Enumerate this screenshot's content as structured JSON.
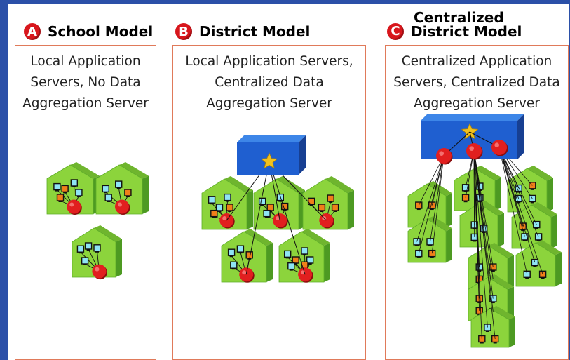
{
  "models": [
    {
      "badge": "A",
      "title": "School Model",
      "description": "Local Application Servers, No Data Aggregation Server"
    },
    {
      "badge": "B",
      "title": "District Model",
      "description": "Local Application Servers, Centralized Data Aggregation Server"
    },
    {
      "badge": "C",
      "title_line1": "Centralized",
      "title_line2": "District Model",
      "description": "Centralized Application Servers, Centralized Data Aggregation Server"
    }
  ],
  "colors": {
    "frame": "#2b50a8",
    "badge": "#d8161c",
    "panel_border": "#e07a5a",
    "school_front": "#8cd43c",
    "school_side": "#4d9a22",
    "server_front": "#1f5fd0",
    "server_top": "#3d86e8",
    "server_side": "#173f92",
    "app_server": "#e11f1f",
    "workstation_cyan": "#8fe4f4",
    "workstation_orange": "#f07f1a",
    "star": "#f2c11d"
  }
}
